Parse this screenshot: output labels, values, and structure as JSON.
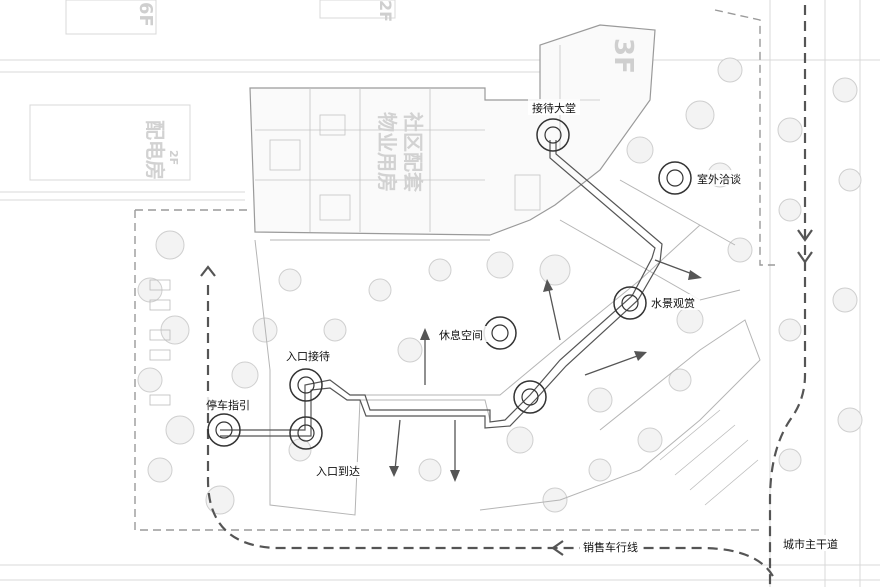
{
  "buildings": {
    "main_line1": "社区配套",
    "main_line2": "物业用房",
    "substation": "配电房",
    "substation_floor": "2F",
    "reception_floor": "3F",
    "top_left_floor": "6F",
    "top_mid_floor": "2F"
  },
  "nodes": [
    {
      "label": "接待大堂"
    },
    {
      "label": "室外洽谈"
    },
    {
      "label": "水景观赏"
    },
    {
      "label": "休息空间"
    },
    {
      "label": "入口接待"
    },
    {
      "label": "停车指引"
    },
    {
      "label": "入口到达"
    }
  ],
  "roads": {
    "sales_route": "销售车行线",
    "city_road": "城市主干道"
  },
  "colors": {
    "line": "#555555",
    "faint": "#c8c8c8",
    "background": "#ffffff"
  }
}
